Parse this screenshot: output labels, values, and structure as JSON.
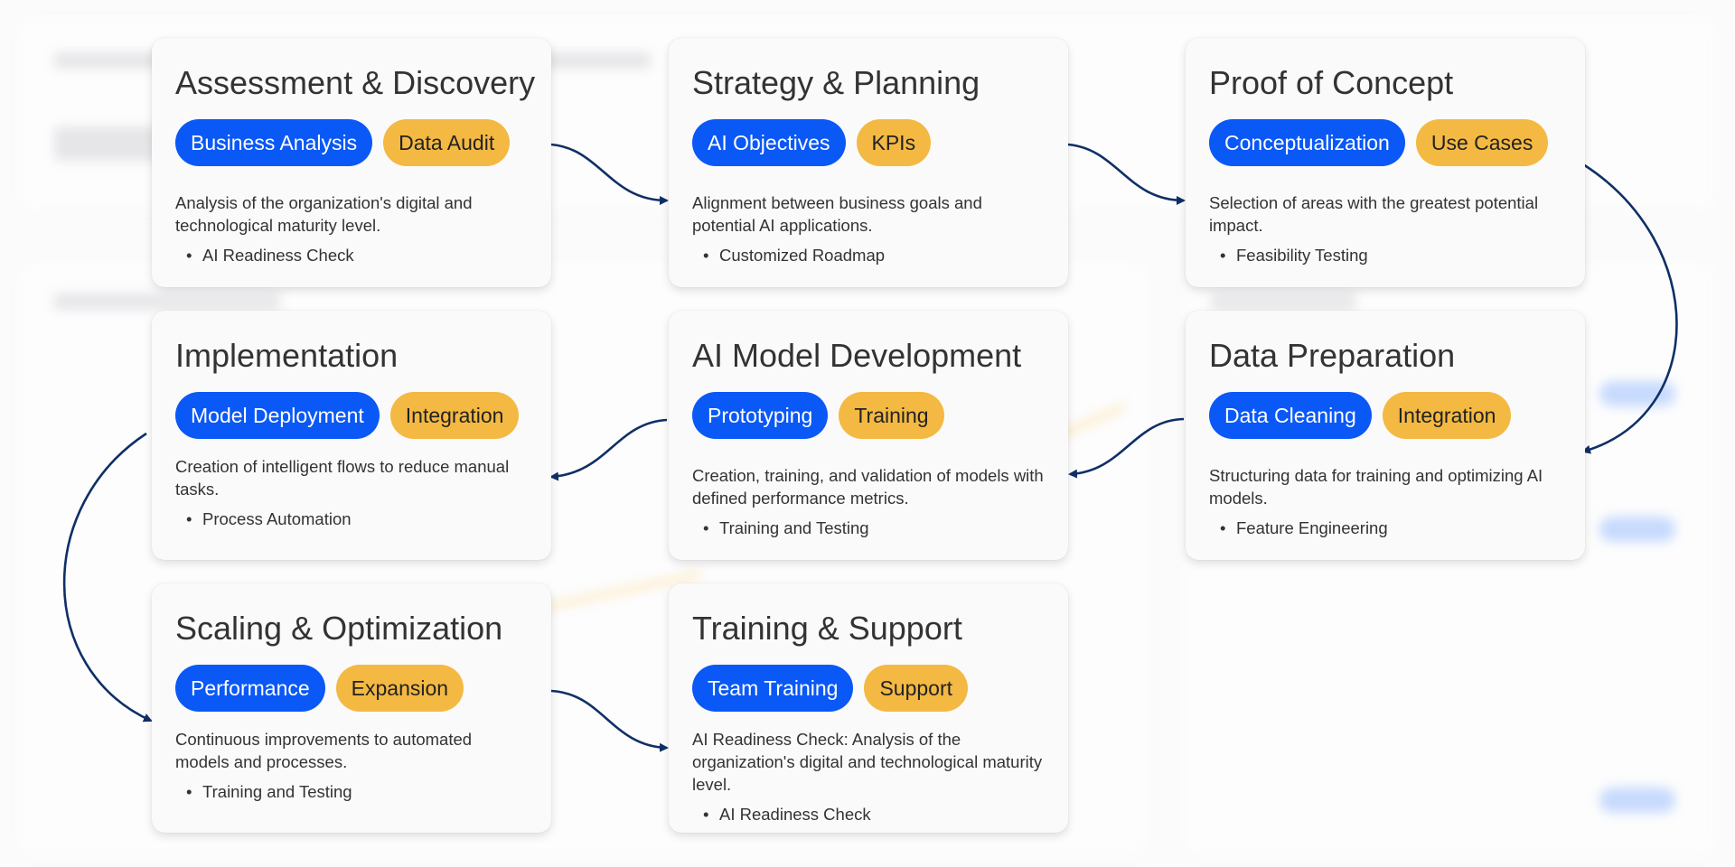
{
  "steps": [
    {
      "title": "Assessment & Discovery",
      "tag_primary": "Business Analysis",
      "tag_secondary": "Data Audit",
      "description": "Analysis of the organization's digital and technological maturity level.",
      "bullet": "AI Readiness Check"
    },
    {
      "title": "Strategy & Planning",
      "tag_primary": "AI Objectives",
      "tag_secondary": "KPIs",
      "description": "Alignment between business goals and potential AI applications.",
      "bullet": "Customized Roadmap"
    },
    {
      "title": "Proof of Concept",
      "tag_primary": "Conceptualization",
      "tag_secondary": "Use Cases",
      "description": "Selection of areas with the greatest potential impact.",
      "bullet": "Feasibility Testing"
    },
    {
      "title": "Implementation",
      "tag_primary": "Model Deployment",
      "tag_secondary": "Integration",
      "description": "Creation of intelligent flows to reduce manual tasks.",
      "bullet": "Process Automation"
    },
    {
      "title": "AI Model Development",
      "tag_primary": "Prototyping",
      "tag_secondary": "Training",
      "description": "Creation, training, and validation of models with defined performance metrics.",
      "bullet": "Training and Testing"
    },
    {
      "title": "Data Preparation",
      "tag_primary": "Data Cleaning",
      "tag_secondary": "Integration",
      "description": "Structuring data for training and optimizing AI models.",
      "bullet": "Feature Engineering"
    },
    {
      "title": "Scaling & Optimization",
      "tag_primary": "Performance",
      "tag_secondary": "Expansion",
      "description": "Continuous improvements to automated models and processes.",
      "bullet": "Training and Testing"
    },
    {
      "title": "Training & Support",
      "tag_primary": "Team Training",
      "tag_secondary": "Support",
      "description": "AI Readiness Check: Analysis of the organization's digital and technological maturity level.",
      "bullet": "AI Readiness Check"
    }
  ],
  "colors": {
    "primary_tag": "#0a58f6",
    "secondary_tag": "#f4b942",
    "arrow": "#0f2f66"
  }
}
